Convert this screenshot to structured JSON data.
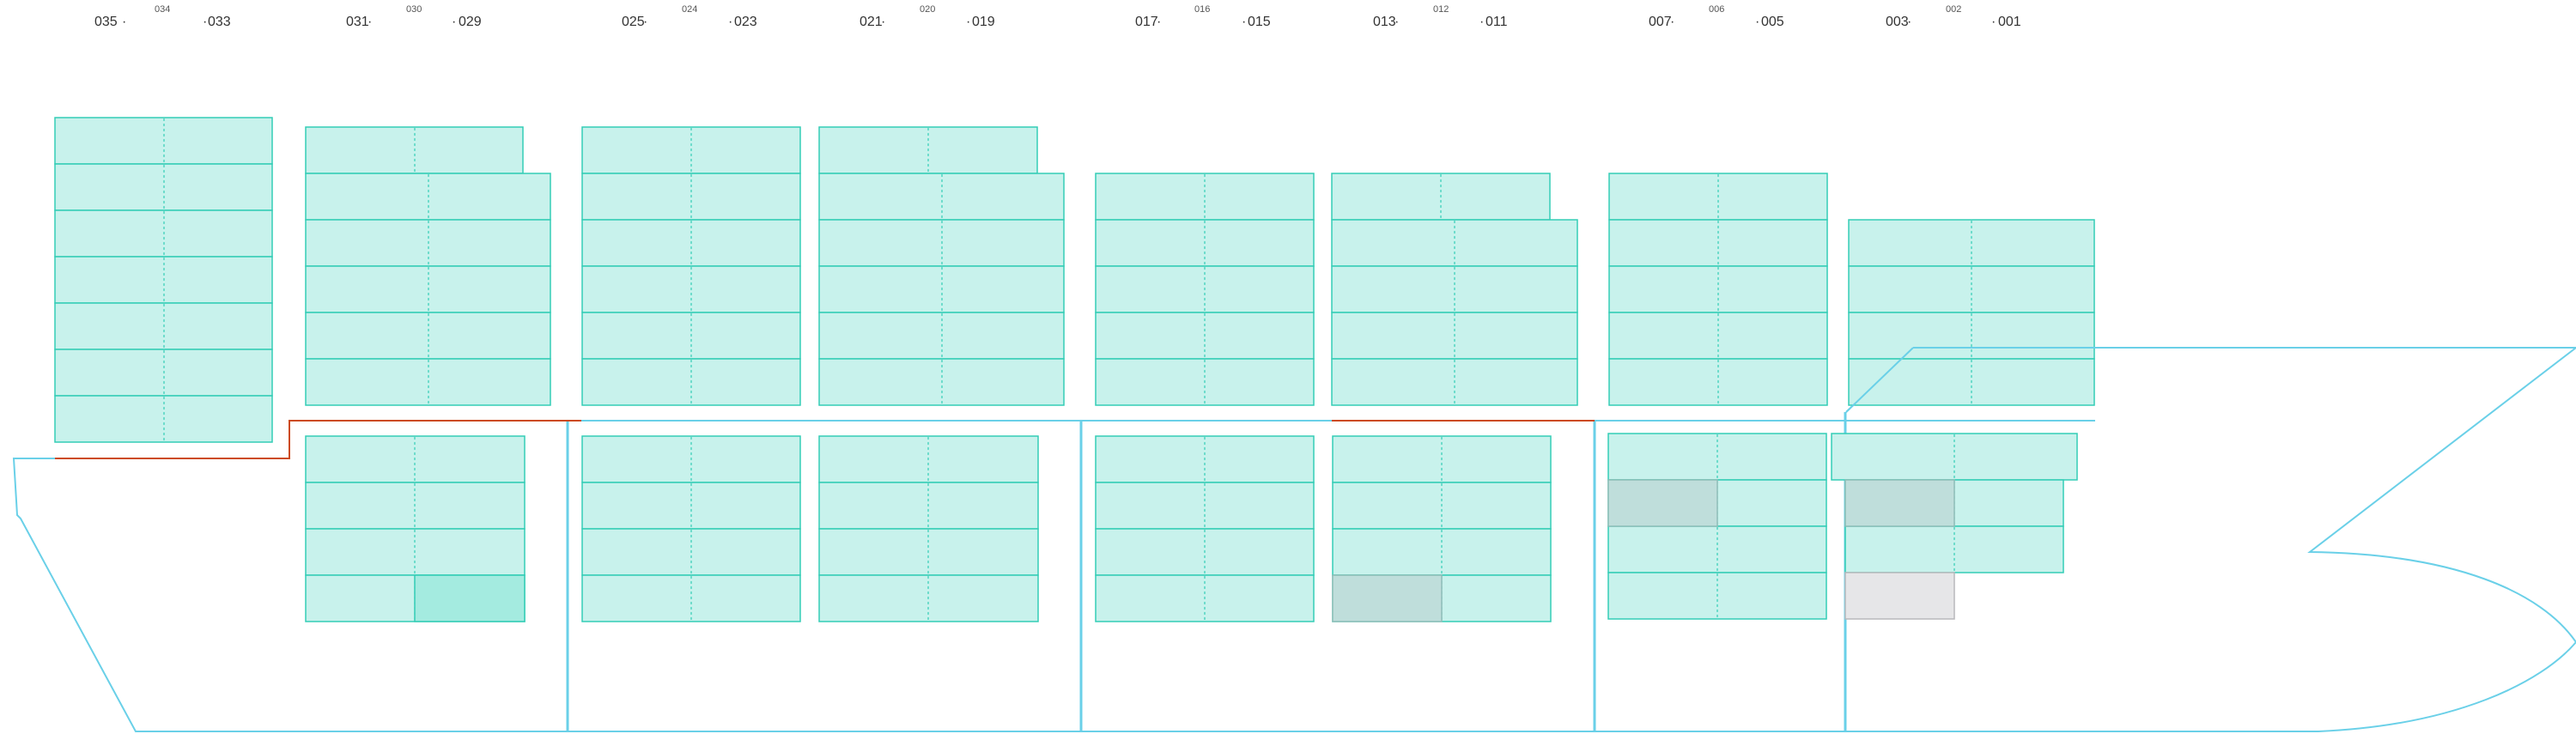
{
  "colors": {
    "slot_fill": "#c8f2ec",
    "slot_stroke": "#34cdb6",
    "slot_highlight": "#a4ebe0",
    "slot_occupied_gray": "#bfdedb",
    "slot_empty_gray": "#e6e6e8",
    "hull": "#6ad0e8",
    "hatch_line": "#cc4a1a",
    "label": "#333333"
  },
  "bays": [
    {
      "left": "035",
      "mid": "034",
      "right": "033",
      "slot_label": "035"
    },
    {
      "left": "031",
      "mid": "030",
      "right": "029",
      "slot_label": "031"
    },
    {
      "left": "025",
      "mid": "024",
      "right": "023",
      "slot_label": "025"
    },
    {
      "left": "021",
      "mid": "020",
      "right": "019",
      "slot_label": "021"
    },
    {
      "left": "017",
      "mid": "016",
      "right": "015",
      "slot_label": "017"
    },
    {
      "left": "013",
      "mid": "012",
      "right": "011",
      "slot_label": "013"
    },
    {
      "left": "007",
      "mid": "006",
      "right": "005",
      "slot_label": "007"
    },
    {
      "left": "003",
      "mid": "002",
      "right": "001",
      "slot_label": "003"
    }
  ]
}
